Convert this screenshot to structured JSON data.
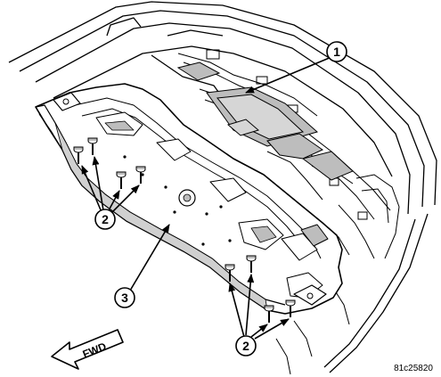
{
  "diagram": {
    "callouts": [
      {
        "id": "callout-1",
        "number": "1"
      },
      {
        "id": "callout-2-left",
        "number": "2"
      },
      {
        "id": "callout-3",
        "number": "3"
      },
      {
        "id": "callout-2-right",
        "number": "2"
      }
    ],
    "direction_arrow": {
      "label": "FWD"
    },
    "figure_ref": "81c25820",
    "colors": {
      "line": "#000000",
      "background": "#ffffff",
      "shade": "#bdbdbd"
    }
  }
}
